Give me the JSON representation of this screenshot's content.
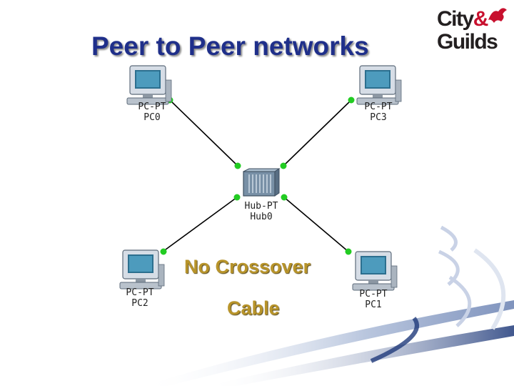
{
  "slide": {
    "title": "Peer to Peer networks",
    "logo": {
      "line1": "City",
      "ampersand": "&",
      "line2": "Guilds"
    },
    "callout": {
      "line1": "No Crossover",
      "line2": "Cable"
    }
  },
  "diagram": {
    "nodes": [
      {
        "id": "pc0",
        "type": "PC-PT",
        "name": "PC0"
      },
      {
        "id": "pc3",
        "type": "PC-PT",
        "name": "PC3"
      },
      {
        "id": "hub0",
        "type": "Hub-PT",
        "name": "Hub0"
      },
      {
        "id": "pc2",
        "type": "PC-PT",
        "name": "PC2"
      },
      {
        "id": "pc1",
        "type": "PC-PT",
        "name": "PC1"
      }
    ],
    "links": [
      {
        "from": "pc0",
        "to": "hub0"
      },
      {
        "from": "pc3",
        "to": "hub0"
      },
      {
        "from": "pc2",
        "to": "hub0"
      },
      {
        "from": "pc1",
        "to": "hub0"
      }
    ]
  },
  "colors": {
    "title": "#1f2f8a",
    "cable": "#000000",
    "link_light": "#22cc22",
    "callout": "#b8942a",
    "swoosh": "#1f3a7a",
    "logo_accent": "#c8102e"
  }
}
